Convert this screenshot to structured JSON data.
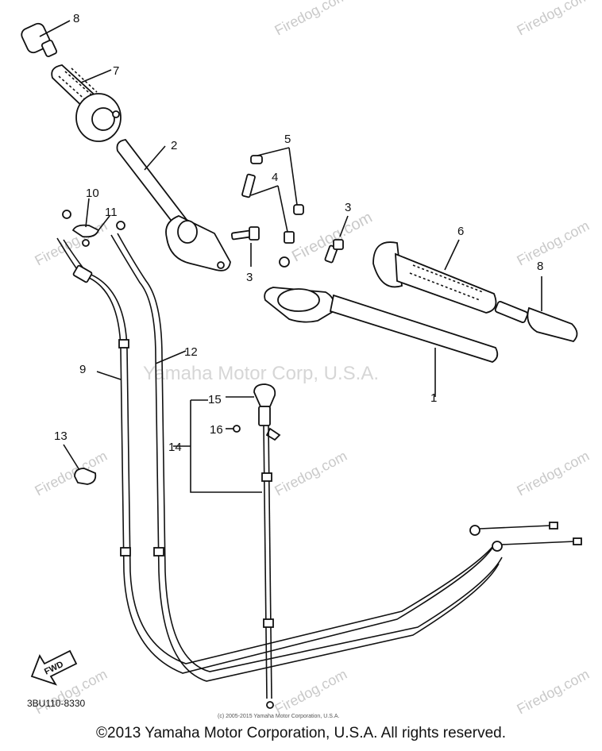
{
  "diagram": {
    "callouts": {
      "c1": "1",
      "c2": "2",
      "c3a": "3",
      "c3b": "3",
      "c4": "4",
      "c5": "5",
      "c6": "6",
      "c7": "7",
      "c8a": "8",
      "c8b": "8",
      "c9": "9",
      "c10": "10",
      "c11": "11",
      "c12": "12",
      "c13": "13",
      "c14": "14",
      "c15": "15",
      "c16": "16"
    },
    "watermark_brand": "Firedog.com",
    "watermark_center": "Yamaha Motor Corp, U.S.A.",
    "fwd_label": "FWD",
    "diagram_code": "3BU110-8330",
    "fine_print": "(c) 2005-2015 Yamaha Motor Corporation, U.S.A.",
    "copyright": "©2013 Yamaha Motor Corporation, U.S.A. All rights reserved.",
    "colors": {
      "ink": "#111111",
      "watermark": "#c9c9c9",
      "background": "#ffffff"
    }
  }
}
